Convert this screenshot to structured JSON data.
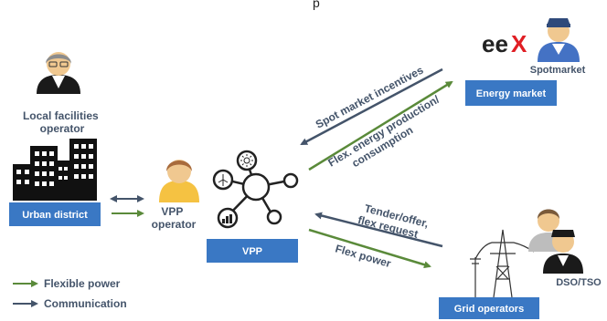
{
  "header_fragment": "p",
  "actors": {
    "local_facilities_operator": "Local facilities\noperator",
    "vpp_operator": "VPP\noperator",
    "spotmarket": "Spotmarket",
    "dso_tso": "DSO/TSO"
  },
  "boxes": {
    "urban_district": "Urban district",
    "vpp": "VPP",
    "energy_market": "Energy market",
    "grid_operators": "Grid operators"
  },
  "logo": {
    "eex": "eex"
  },
  "flows": {
    "spot_market_incentives": "Spot market incentives",
    "flex_energy": "Flex. energy production/\nconsumption",
    "tender_offer": "Tender/offer,\nflex request",
    "flex_power": "Flex power"
  },
  "legend": {
    "flexible_power": "Flexible power",
    "communication": "Communication"
  },
  "colors": {
    "green": "#5a8a3a",
    "navy": "#44546a",
    "box_blue": "#3a78c4",
    "eex_red": "#e01e24"
  }
}
